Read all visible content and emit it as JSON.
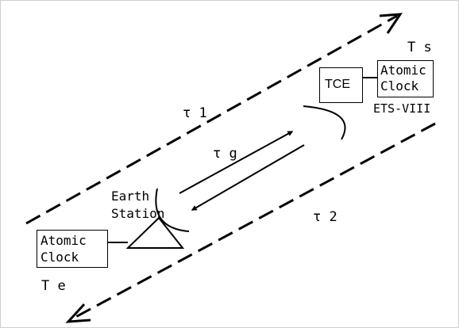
{
  "labels": {
    "ts": "T s",
    "te": "T e",
    "tau1": "τ 1",
    "tau2": "τ 2",
    "tau_g": "τ g",
    "earth_station_line1": "Earth",
    "earth_station_line2": "Station",
    "satellite": "ETS-VIII",
    "tce": "TCE",
    "sat_clock_line1": "Atomic",
    "sat_clock_line2": "Clock",
    "ground_clock_line1": "Atomic",
    "ground_clock_line2": "Clock"
  },
  "icons": [
    "arrow-head-icon",
    "antenna-icon",
    "triangle-icon"
  ],
  "colors": {
    "ink": "#000000",
    "background": "#ffffff",
    "frame": "#cfcfcf"
  }
}
